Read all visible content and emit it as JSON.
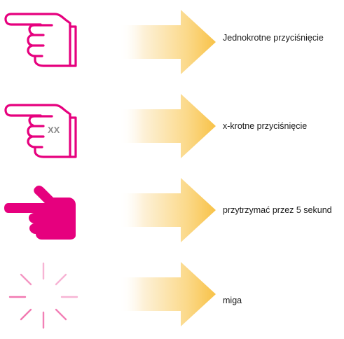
{
  "colors": {
    "magenta": "#e6007e",
    "blink_ray": "#f06aa9",
    "arrow_light": "#fffaf0",
    "arrow_dark": "#f9c85a",
    "xx_text": "#8e8e8e"
  },
  "items": [
    {
      "icon": "pointing-hand-outline-icon",
      "label": "Jednokrotne przyciśnięcie"
    },
    {
      "icon": "pointing-hand-xx-icon",
      "mark": "XX",
      "label": "x-krotne przyciśnięcie"
    },
    {
      "icon": "pointing-hand-solid-icon",
      "label": "przytrzymać przez 5 sekund"
    },
    {
      "icon": "blink-burst-icon",
      "label": "miga"
    }
  ]
}
